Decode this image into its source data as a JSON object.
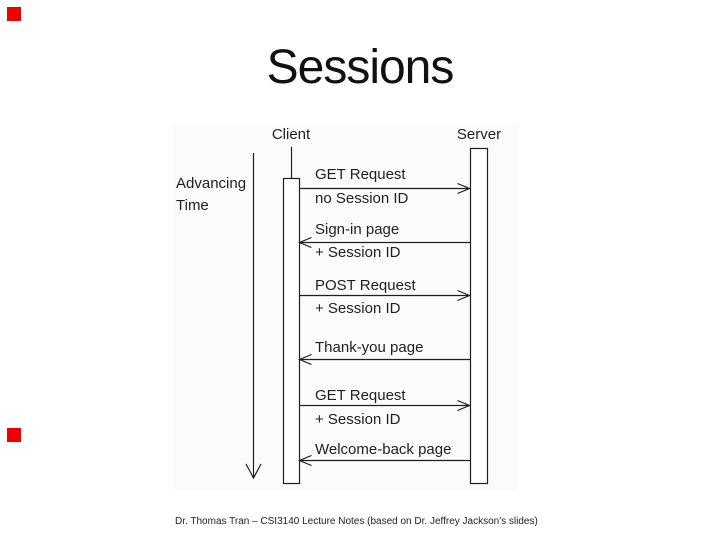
{
  "slide": {
    "title": "Sessions",
    "footer": "Dr. Thomas Tran – CSI3140 Lecture Notes (based on Dr. Jeffrey Jackson's slides)"
  },
  "decorations": {
    "red_marker_color": "#ee0000",
    "red_marker_count": 2
  },
  "diagram": {
    "type": "sequence-diagram",
    "background_color": "#fbfbfb",
    "line_color": "#1f1f1f",
    "actors": [
      {
        "name": "Client"
      },
      {
        "name": "Server"
      }
    ],
    "time_label": {
      "line1": "Advancing",
      "line2": "Time"
    },
    "messages": [
      {
        "label": "GET Request",
        "sublabel": "no Session ID",
        "from": "Client",
        "to": "Server",
        "direction": "right"
      },
      {
        "label": "Sign-in page",
        "sublabel": "+ Session ID",
        "from": "Server",
        "to": "Client",
        "direction": "left"
      },
      {
        "label": "POST Request",
        "sublabel": "+ Session ID",
        "from": "Client",
        "to": "Server",
        "direction": "right"
      },
      {
        "label": "Thank-you page",
        "sublabel": "",
        "from": "Server",
        "to": "Client",
        "direction": "left"
      },
      {
        "label": "GET Request",
        "sublabel": "+ Session ID",
        "from": "Client",
        "to": "Server",
        "direction": "right"
      },
      {
        "label": "Welcome-back page",
        "sublabel": "",
        "from": "Server",
        "to": "Client",
        "direction": "left"
      }
    ]
  }
}
